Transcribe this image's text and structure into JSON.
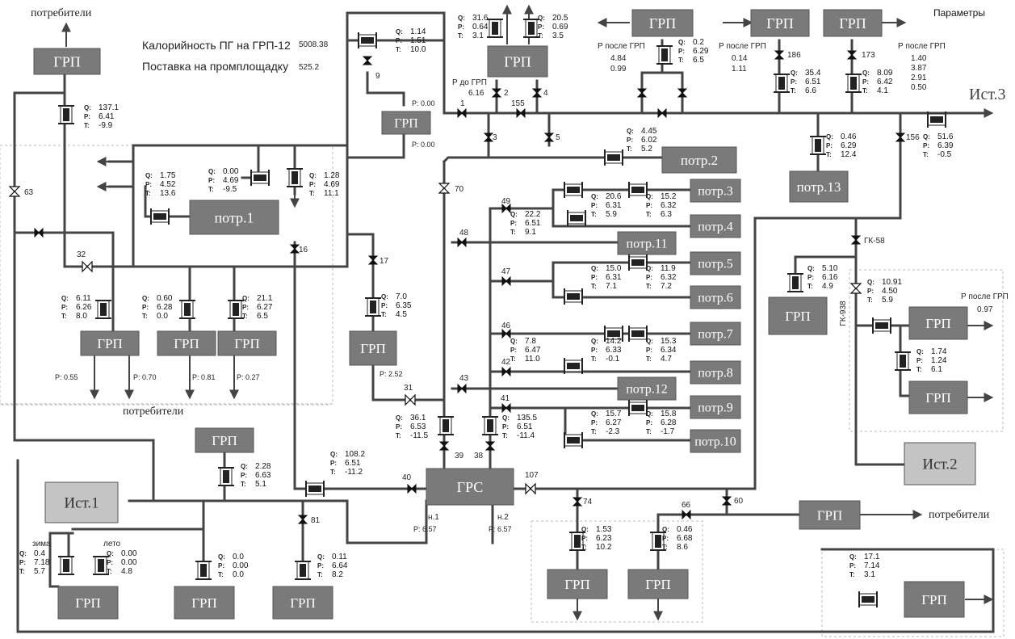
{
  "header": {
    "params_label": "Параметры",
    "cal_label": "Калорийность ПГ на ГРП-12",
    "cal_value": "5008.38",
    "supply_label": "Поставка на промплощадку",
    "supply_value": "525.2"
  },
  "labels": {
    "consumers": "потребители",
    "grp": "ГРП",
    "grs": "ГРС",
    "src1": "Ист.1",
    "src2": "Ист.2",
    "src3": "Ист.3",
    "p_after_grp": "Р после ГРП",
    "p_before_grp": "Р до ГРП",
    "winter": "зима",
    "summer": "лето",
    "n1": "н.1",
    "n2": "н.2"
  },
  "readouts": [
    {
      "id": "r1",
      "q": "1.14",
      "p": "1.51",
      "t": "10.0"
    },
    {
      "id": "r2",
      "q": "31.6",
      "p": "0.64",
      "t": "3.1"
    },
    {
      "id": "r3",
      "q": "20.5",
      "p": "0.69",
      "t": "3.5"
    },
    {
      "id": "r4",
      "q": "0.2",
      "p": "6.29",
      "t": "6.5"
    },
    {
      "id": "r5",
      "q": "35.4",
      "p": "6.51",
      "t": "6.6"
    },
    {
      "id": "r6",
      "q": "8.09",
      "p": "6.42",
      "t": "4.1"
    },
    {
      "id": "r7",
      "q": "137.1",
      "p": "6.41",
      "t": "-9.9"
    },
    {
      "id": "r8",
      "q": "0.00",
      "p": "4.69",
      "t": "-9.5"
    },
    {
      "id": "r9",
      "q": "1.28",
      "p": "4.69",
      "t": "11.1"
    },
    {
      "id": "r10",
      "q": "1.75",
      "p": "4.52",
      "t": "13.6"
    },
    {
      "id": "r11",
      "q": "4.45",
      "p": "6.02",
      "t": "5.2"
    },
    {
      "id": "r12",
      "q": "0.46",
      "p": "6.29",
      "t": "12.4"
    },
    {
      "id": "r13",
      "q": "51.6",
      "p": "6.39",
      "t": "-0.5"
    },
    {
      "id": "r14",
      "q": "20.6",
      "p": "6.31",
      "t": "5.9"
    },
    {
      "id": "r15",
      "q": "15.2",
      "p": "6.32",
      "t": "6.3"
    },
    {
      "id": "r16",
      "q": "22.2",
      "p": "6.51",
      "t": "9.1"
    },
    {
      "id": "r17",
      "q": "15.0",
      "p": "6.31",
      "t": "7.1"
    },
    {
      "id": "r18",
      "q": "11.9",
      "p": "6.32",
      "t": "7.2"
    },
    {
      "id": "r19",
      "q": "7.8",
      "p": "6.47",
      "t": "11.0"
    },
    {
      "id": "r20",
      "q": "14.2",
      "p": "6.33",
      "t": "-0.1"
    },
    {
      "id": "r21",
      "q": "15.3",
      "p": "6.34",
      "t": "4.7"
    },
    {
      "id": "r22",
      "q": "15.7",
      "p": "6.27",
      "t": "-2.3"
    },
    {
      "id": "r23",
      "q": "15.8",
      "p": "6.28",
      "t": "-1.7"
    },
    {
      "id": "r24",
      "q": "5.10",
      "p": "6.16",
      "t": "4.9"
    },
    {
      "id": "r25",
      "q": "10.91",
      "p": "4.50",
      "t": "5.9"
    },
    {
      "id": "r26",
      "q": "1.74",
      "p": "1.24",
      "t": "6.1"
    },
    {
      "id": "r27",
      "q": "6.11",
      "p": "6.26",
      "t": "8.0"
    },
    {
      "id": "r28",
      "q": "0.60",
      "p": "6.28",
      "t": "0.0"
    },
    {
      "id": "r29",
      "q": "21.1",
      "p": "6.27",
      "t": "6.5"
    },
    {
      "id": "r30",
      "q": "7.0",
      "p": "6.35",
      "t": "4.5"
    },
    {
      "id": "r31",
      "q": "36.1",
      "p": "6.53",
      "t": "-11.5"
    },
    {
      "id": "r32",
      "q": "135.5",
      "p": "6.51",
      "t": "-11.4"
    },
    {
      "id": "r33",
      "q": "108.2",
      "p": "6.51",
      "t": "-11.2"
    },
    {
      "id": "r34",
      "q": "2.28",
      "p": "6.63",
      "t": "5.1"
    },
    {
      "id": "r35",
      "q": "0.4",
      "p": "7.18",
      "t": "5.7"
    },
    {
      "id": "r36",
      "q": "0.00",
      "p": "0.00",
      "t": "4.8"
    },
    {
      "id": "r37",
      "q": "0.0",
      "p": "0.00",
      "t": "0.0"
    },
    {
      "id": "r38",
      "q": "0.11",
      "p": "6.64",
      "t": "8.2"
    },
    {
      "id": "r39",
      "q": "1.53",
      "p": "6.23",
      "t": "10.2"
    },
    {
      "id": "r40",
      "q": "0.46",
      "p": "6.68",
      "t": "8.6"
    },
    {
      "id": "r41",
      "q": "17.1",
      "p": "7.14",
      "t": "3.1"
    }
  ],
  "pressures": {
    "p_grp_mid_top": "0.00",
    "p_grp_mid_bot": "0.00",
    "p_before_grp_val": "6.16",
    "p_after1_a": "4.84",
    "p_after1_b": "0.99",
    "p_after2_a": "0.14",
    "p_after2_b": "1.11",
    "p_after3_a": "1.40",
    "p_after3_b": "3.87",
    "p_after3_c": "2.91",
    "p_after3_d": "0.50",
    "p_bottom1": "0.55",
    "p_bottom2": "0.70",
    "p_bottom3": "0.81",
    "p_bottom4": "0.27",
    "p_grp17": "2.52",
    "p_n1": "6.57",
    "p_n2": "6.57",
    "p_after_right": "0.97"
  },
  "consumers": [
    "потр.1",
    "потр.2",
    "потр.3",
    "потр.4",
    "потр.5",
    "потр.6",
    "потр.7",
    "потр.8",
    "потр.9",
    "потр.10",
    "потр.11",
    "потр.12",
    "потр.13"
  ],
  "valves": [
    "1",
    "2",
    "3",
    "4",
    "5",
    "9",
    "16",
    "17",
    "31",
    "32",
    "38",
    "39",
    "40",
    "41",
    "42",
    "43",
    "46",
    "47",
    "48",
    "49",
    "60",
    "63",
    "66",
    "70",
    "74",
    "81",
    "107",
    "155",
    "156",
    "173",
    "186",
    "ГК-58",
    "ГК-938"
  ]
}
